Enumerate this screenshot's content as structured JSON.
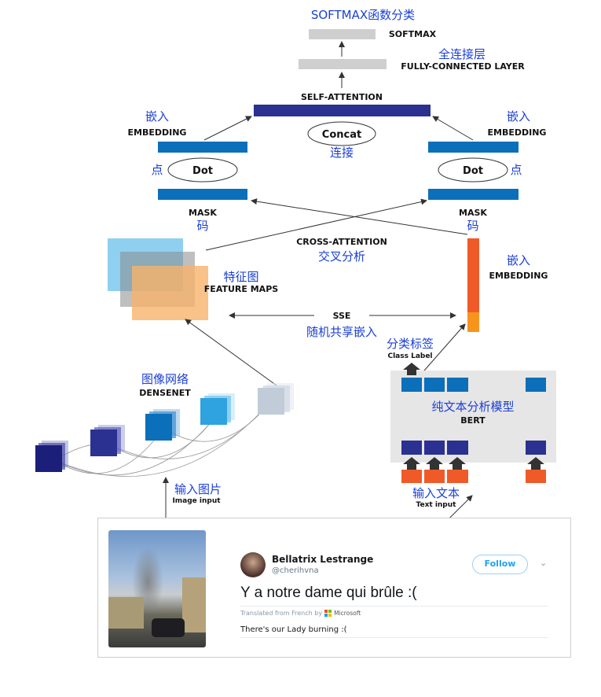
{
  "labels": {
    "softmax_cn": "SOFTMAX函数分类",
    "softmax": "SOFTMAX",
    "fc_cn": "全连接层",
    "fc": "FULLY-CONNECTED LAYER",
    "self_attention": "SELF-ATTENTION",
    "embedding_cn": "嵌入",
    "embedding": "EMBEDDING",
    "concat": "Concat",
    "concat_cn": "连接",
    "dot": "Dot",
    "dot_cn": "点",
    "mask": "MASK",
    "mask_cn": "码",
    "cross_attention": "CROSS-ATTENTION",
    "cross_attention_cn": "交叉分析",
    "feature_maps_cn": "特征图",
    "feature_maps": "FEATURE MAPS",
    "sse": "SSE",
    "sse_cn": "随机共享嵌入",
    "class_label_cn": "分类标签",
    "class_label": "Class Label",
    "bert_cn": "纯文本分析模型",
    "bert": "BERT",
    "text_input_cn": "输入文本",
    "text_input": "Text input",
    "densenet_cn": "图像网络",
    "densenet": "DENSENET",
    "image_input_cn": "输入图片",
    "image_input": "Image input"
  },
  "tweet": {
    "name": "Bellatrix Lestrange",
    "handle": "@cherihvna",
    "follow_label": "Follow",
    "text": "Y a notre dame qui brûle :(",
    "translated_by": "Translated from French by",
    "translator": "Microsoft",
    "translation": "There's our Lady burning :("
  },
  "colors": {
    "dark_blue": "#2b3190",
    "blue": "#0b6fba",
    "orange": "#f05a28",
    "yellow_orange": "#f7941d",
    "text_blue": "#1a3fd6"
  }
}
